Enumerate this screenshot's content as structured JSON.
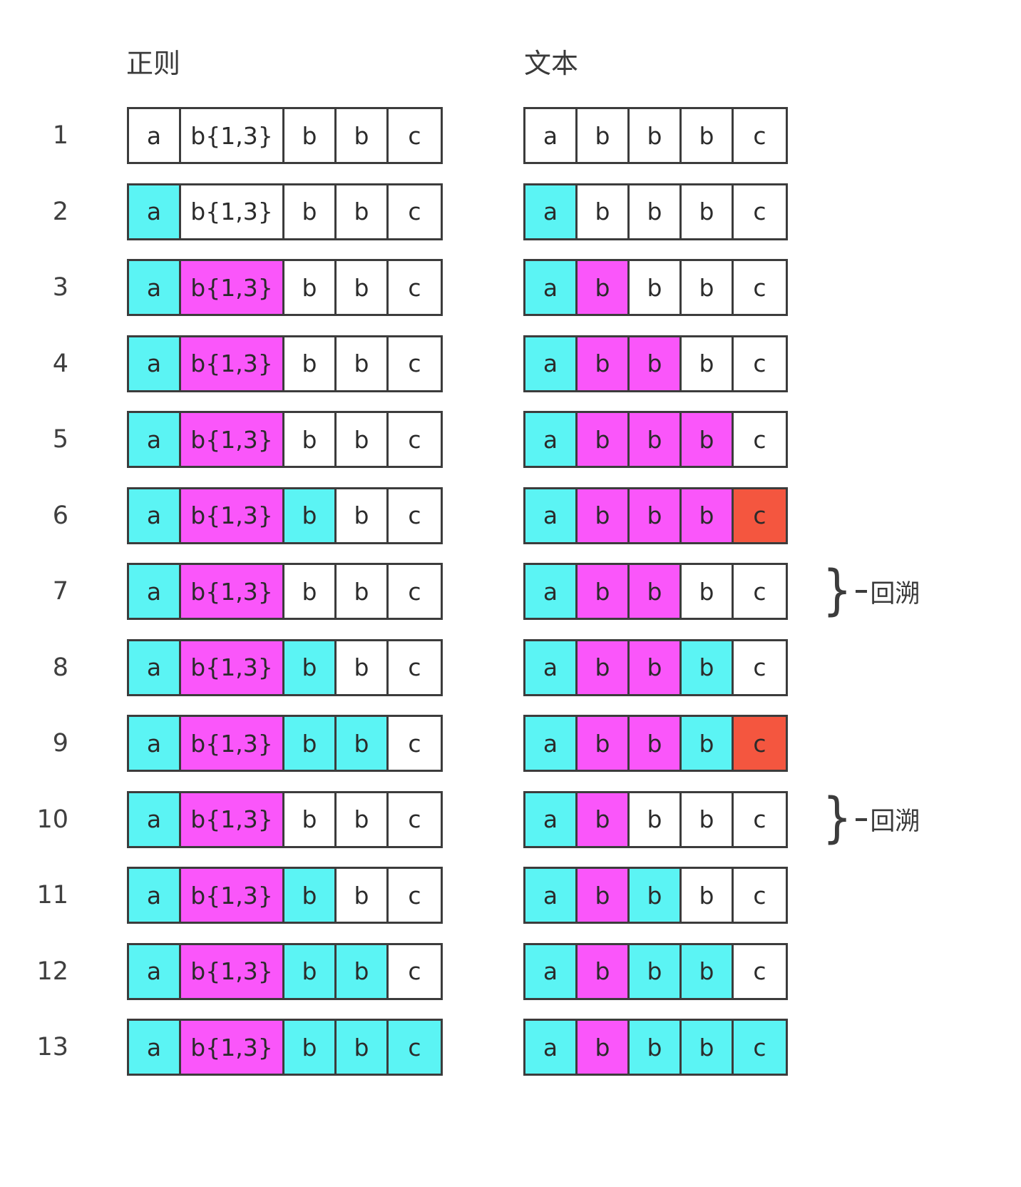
{
  "headers": {
    "regex": "正则",
    "text": "文本"
  },
  "legend": {
    "cyan": "#5BF4F4",
    "magenta": "#FA56FA",
    "red": "#F4563F",
    "none": "#ffffff",
    "border": "#3c3c3c"
  },
  "annotation_label": "回溯",
  "rows": [
    {
      "number": "1",
      "regex": [
        {
          "label": "a",
          "fill": "none",
          "width": "narrow"
        },
        {
          "label": "b{1,3}",
          "fill": "none",
          "width": "wide"
        },
        {
          "label": "b",
          "fill": "none",
          "width": "narrow"
        },
        {
          "label": "b",
          "fill": "none",
          "width": "narrow"
        },
        {
          "label": "c",
          "fill": "none",
          "width": "narrow"
        }
      ],
      "text": [
        {
          "label": "a",
          "fill": "none",
          "width": "narrow"
        },
        {
          "label": "b",
          "fill": "none",
          "width": "narrow"
        },
        {
          "label": "b",
          "fill": "none",
          "width": "narrow"
        },
        {
          "label": "b",
          "fill": "none",
          "width": "narrow"
        },
        {
          "label": "c",
          "fill": "none",
          "width": "narrow"
        }
      ],
      "annotation": null
    },
    {
      "number": "2",
      "regex": [
        {
          "label": "a",
          "fill": "cyan",
          "width": "narrow"
        },
        {
          "label": "b{1,3}",
          "fill": "none",
          "width": "wide"
        },
        {
          "label": "b",
          "fill": "none",
          "width": "narrow"
        },
        {
          "label": "b",
          "fill": "none",
          "width": "narrow"
        },
        {
          "label": "c",
          "fill": "none",
          "width": "narrow"
        }
      ],
      "text": [
        {
          "label": "a",
          "fill": "cyan",
          "width": "narrow"
        },
        {
          "label": "b",
          "fill": "none",
          "width": "narrow"
        },
        {
          "label": "b",
          "fill": "none",
          "width": "narrow"
        },
        {
          "label": "b",
          "fill": "none",
          "width": "narrow"
        },
        {
          "label": "c",
          "fill": "none",
          "width": "narrow"
        }
      ],
      "annotation": null
    },
    {
      "number": "3",
      "regex": [
        {
          "label": "a",
          "fill": "cyan",
          "width": "narrow"
        },
        {
          "label": "b{1,3}",
          "fill": "magenta",
          "width": "wide"
        },
        {
          "label": "b",
          "fill": "none",
          "width": "narrow"
        },
        {
          "label": "b",
          "fill": "none",
          "width": "narrow"
        },
        {
          "label": "c",
          "fill": "none",
          "width": "narrow"
        }
      ],
      "text": [
        {
          "label": "a",
          "fill": "cyan",
          "width": "narrow"
        },
        {
          "label": "b",
          "fill": "magenta",
          "width": "narrow"
        },
        {
          "label": "b",
          "fill": "none",
          "width": "narrow"
        },
        {
          "label": "b",
          "fill": "none",
          "width": "narrow"
        },
        {
          "label": "c",
          "fill": "none",
          "width": "narrow"
        }
      ],
      "annotation": null
    },
    {
      "number": "4",
      "regex": [
        {
          "label": "a",
          "fill": "cyan",
          "width": "narrow"
        },
        {
          "label": "b{1,3}",
          "fill": "magenta",
          "width": "wide"
        },
        {
          "label": "b",
          "fill": "none",
          "width": "narrow"
        },
        {
          "label": "b",
          "fill": "none",
          "width": "narrow"
        },
        {
          "label": "c",
          "fill": "none",
          "width": "narrow"
        }
      ],
      "text": [
        {
          "label": "a",
          "fill": "cyan",
          "width": "narrow"
        },
        {
          "label": "b",
          "fill": "magenta",
          "width": "narrow"
        },
        {
          "label": "b",
          "fill": "magenta",
          "width": "narrow"
        },
        {
          "label": "b",
          "fill": "none",
          "width": "narrow"
        },
        {
          "label": "c",
          "fill": "none",
          "width": "narrow"
        }
      ],
      "annotation": null
    },
    {
      "number": "5",
      "regex": [
        {
          "label": "a",
          "fill": "cyan",
          "width": "narrow"
        },
        {
          "label": "b{1,3}",
          "fill": "magenta",
          "width": "wide"
        },
        {
          "label": "b",
          "fill": "none",
          "width": "narrow"
        },
        {
          "label": "b",
          "fill": "none",
          "width": "narrow"
        },
        {
          "label": "c",
          "fill": "none",
          "width": "narrow"
        }
      ],
      "text": [
        {
          "label": "a",
          "fill": "cyan",
          "width": "narrow"
        },
        {
          "label": "b",
          "fill": "magenta",
          "width": "narrow"
        },
        {
          "label": "b",
          "fill": "magenta",
          "width": "narrow"
        },
        {
          "label": "b",
          "fill": "magenta",
          "width": "narrow"
        },
        {
          "label": "c",
          "fill": "none",
          "width": "narrow"
        }
      ],
      "annotation": null
    },
    {
      "number": "6",
      "regex": [
        {
          "label": "a",
          "fill": "cyan",
          "width": "narrow"
        },
        {
          "label": "b{1,3}",
          "fill": "magenta",
          "width": "wide"
        },
        {
          "label": "b",
          "fill": "cyan",
          "width": "narrow"
        },
        {
          "label": "b",
          "fill": "none",
          "width": "narrow"
        },
        {
          "label": "c",
          "fill": "none",
          "width": "narrow"
        }
      ],
      "text": [
        {
          "label": "a",
          "fill": "cyan",
          "width": "narrow"
        },
        {
          "label": "b",
          "fill": "magenta",
          "width": "narrow"
        },
        {
          "label": "b",
          "fill": "magenta",
          "width": "narrow"
        },
        {
          "label": "b",
          "fill": "magenta",
          "width": "narrow"
        },
        {
          "label": "c",
          "fill": "red",
          "width": "narrow"
        }
      ],
      "annotation": null
    },
    {
      "number": "7",
      "regex": [
        {
          "label": "a",
          "fill": "cyan",
          "width": "narrow"
        },
        {
          "label": "b{1,3}",
          "fill": "magenta",
          "width": "wide"
        },
        {
          "label": "b",
          "fill": "none",
          "width": "narrow"
        },
        {
          "label": "b",
          "fill": "none",
          "width": "narrow"
        },
        {
          "label": "c",
          "fill": "none",
          "width": "narrow"
        }
      ],
      "text": [
        {
          "label": "a",
          "fill": "cyan",
          "width": "narrow"
        },
        {
          "label": "b",
          "fill": "magenta",
          "width": "narrow"
        },
        {
          "label": "b",
          "fill": "magenta",
          "width": "narrow"
        },
        {
          "label": "b",
          "fill": "none",
          "width": "narrow"
        },
        {
          "label": "c",
          "fill": "none",
          "width": "narrow"
        }
      ],
      "annotation": "回溯"
    },
    {
      "number": "8",
      "regex": [
        {
          "label": "a",
          "fill": "cyan",
          "width": "narrow"
        },
        {
          "label": "b{1,3}",
          "fill": "magenta",
          "width": "wide"
        },
        {
          "label": "b",
          "fill": "cyan",
          "width": "narrow"
        },
        {
          "label": "b",
          "fill": "none",
          "width": "narrow"
        },
        {
          "label": "c",
          "fill": "none",
          "width": "narrow"
        }
      ],
      "text": [
        {
          "label": "a",
          "fill": "cyan",
          "width": "narrow"
        },
        {
          "label": "b",
          "fill": "magenta",
          "width": "narrow"
        },
        {
          "label": "b",
          "fill": "magenta",
          "width": "narrow"
        },
        {
          "label": "b",
          "fill": "cyan",
          "width": "narrow"
        },
        {
          "label": "c",
          "fill": "none",
          "width": "narrow"
        }
      ],
      "annotation": null
    },
    {
      "number": "9",
      "regex": [
        {
          "label": "a",
          "fill": "cyan",
          "width": "narrow"
        },
        {
          "label": "b{1,3}",
          "fill": "magenta",
          "width": "wide"
        },
        {
          "label": "b",
          "fill": "cyan",
          "width": "narrow"
        },
        {
          "label": "b",
          "fill": "cyan",
          "width": "narrow"
        },
        {
          "label": "c",
          "fill": "none",
          "width": "narrow"
        }
      ],
      "text": [
        {
          "label": "a",
          "fill": "cyan",
          "width": "narrow"
        },
        {
          "label": "b",
          "fill": "magenta",
          "width": "narrow"
        },
        {
          "label": "b",
          "fill": "magenta",
          "width": "narrow"
        },
        {
          "label": "b",
          "fill": "cyan",
          "width": "narrow"
        },
        {
          "label": "c",
          "fill": "red",
          "width": "narrow"
        }
      ],
      "annotation": null
    },
    {
      "number": "10",
      "regex": [
        {
          "label": "a",
          "fill": "cyan",
          "width": "narrow"
        },
        {
          "label": "b{1,3}",
          "fill": "magenta",
          "width": "wide"
        },
        {
          "label": "b",
          "fill": "none",
          "width": "narrow"
        },
        {
          "label": "b",
          "fill": "none",
          "width": "narrow"
        },
        {
          "label": "c",
          "fill": "none",
          "width": "narrow"
        }
      ],
      "text": [
        {
          "label": "a",
          "fill": "cyan",
          "width": "narrow"
        },
        {
          "label": "b",
          "fill": "magenta",
          "width": "narrow"
        },
        {
          "label": "b",
          "fill": "none",
          "width": "narrow"
        },
        {
          "label": "b",
          "fill": "none",
          "width": "narrow"
        },
        {
          "label": "c",
          "fill": "none",
          "width": "narrow"
        }
      ],
      "annotation": "回溯"
    },
    {
      "number": "11",
      "regex": [
        {
          "label": "a",
          "fill": "cyan",
          "width": "narrow"
        },
        {
          "label": "b{1,3}",
          "fill": "magenta",
          "width": "wide"
        },
        {
          "label": "b",
          "fill": "cyan",
          "width": "narrow"
        },
        {
          "label": "b",
          "fill": "none",
          "width": "narrow"
        },
        {
          "label": "c",
          "fill": "none",
          "width": "narrow"
        }
      ],
      "text": [
        {
          "label": "a",
          "fill": "cyan",
          "width": "narrow"
        },
        {
          "label": "b",
          "fill": "magenta",
          "width": "narrow"
        },
        {
          "label": "b",
          "fill": "cyan",
          "width": "narrow"
        },
        {
          "label": "b",
          "fill": "none",
          "width": "narrow"
        },
        {
          "label": "c",
          "fill": "none",
          "width": "narrow"
        }
      ],
      "annotation": null
    },
    {
      "number": "12",
      "regex": [
        {
          "label": "a",
          "fill": "cyan",
          "width": "narrow"
        },
        {
          "label": "b{1,3}",
          "fill": "magenta",
          "width": "wide"
        },
        {
          "label": "b",
          "fill": "cyan",
          "width": "narrow"
        },
        {
          "label": "b",
          "fill": "cyan",
          "width": "narrow"
        },
        {
          "label": "c",
          "fill": "none",
          "width": "narrow"
        }
      ],
      "text": [
        {
          "label": "a",
          "fill": "cyan",
          "width": "narrow"
        },
        {
          "label": "b",
          "fill": "magenta",
          "width": "narrow"
        },
        {
          "label": "b",
          "fill": "cyan",
          "width": "narrow"
        },
        {
          "label": "b",
          "fill": "cyan",
          "width": "narrow"
        },
        {
          "label": "c",
          "fill": "none",
          "width": "narrow"
        }
      ],
      "annotation": null
    },
    {
      "number": "13",
      "regex": [
        {
          "label": "a",
          "fill": "cyan",
          "width": "narrow"
        },
        {
          "label": "b{1,3}",
          "fill": "magenta",
          "width": "wide"
        },
        {
          "label": "b",
          "fill": "cyan",
          "width": "narrow"
        },
        {
          "label": "b",
          "fill": "cyan",
          "width": "narrow"
        },
        {
          "label": "c",
          "fill": "cyan",
          "width": "narrow"
        }
      ],
      "text": [
        {
          "label": "a",
          "fill": "cyan",
          "width": "narrow"
        },
        {
          "label": "b",
          "fill": "magenta",
          "width": "narrow"
        },
        {
          "label": "b",
          "fill": "cyan",
          "width": "narrow"
        },
        {
          "label": "b",
          "fill": "cyan",
          "width": "narrow"
        },
        {
          "label": "c",
          "fill": "cyan",
          "width": "narrow"
        }
      ],
      "annotation": null
    }
  ]
}
